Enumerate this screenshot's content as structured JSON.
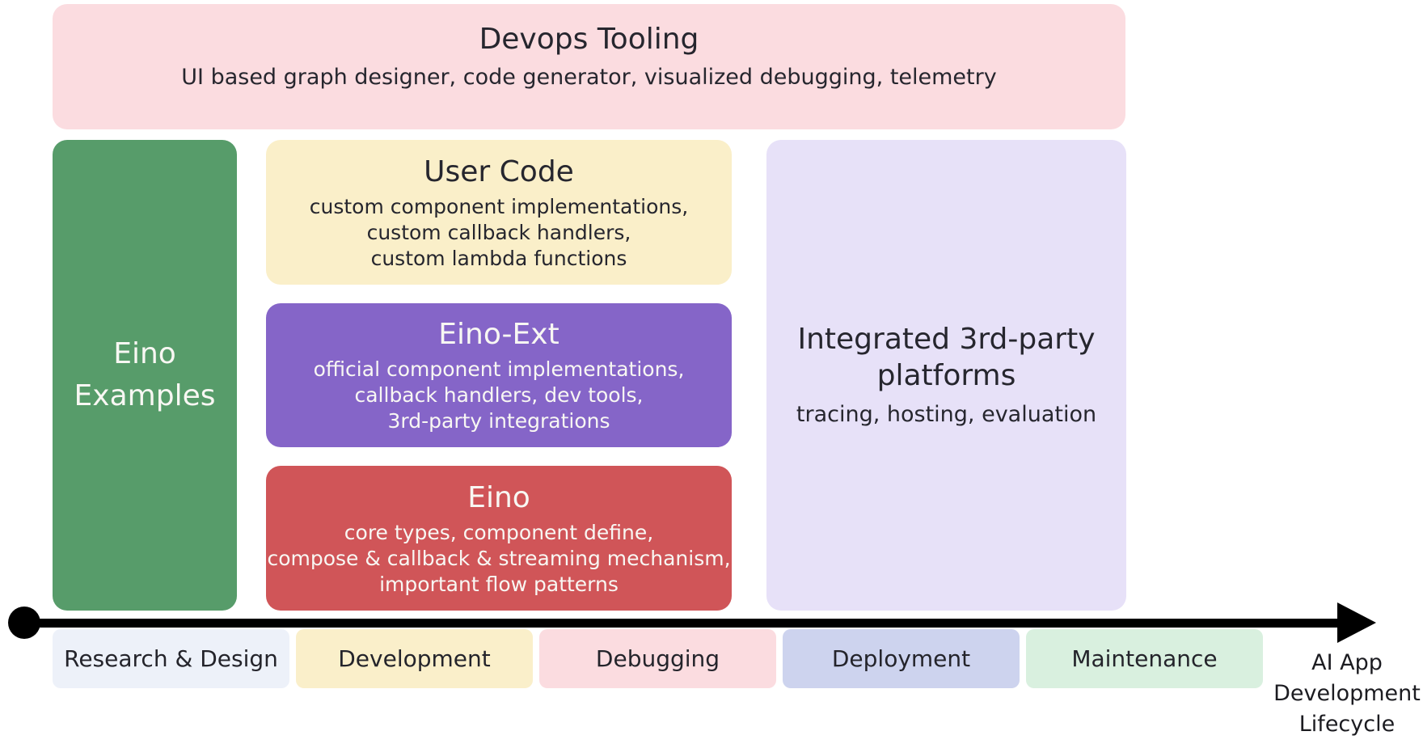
{
  "colors": {
    "background": "#ffffff",
    "devops_bg": "#fbdce0",
    "examples_bg": "#579c6a",
    "user_code_bg": "#faefc9",
    "eino_ext_bg": "#8565c8",
    "eino_core_bg": "#d05558",
    "platforms_bg": "#e7e1f8",
    "stage_research_bg": "#edf1f9",
    "stage_development_bg": "#faefca",
    "stage_debugging_bg": "#fbdce0",
    "stage_deployment_bg": "#cdd3ee",
    "stage_maintenance_bg": "#d9f0df",
    "arrow": "#000000"
  },
  "devops": {
    "title": "Devops Tooling",
    "subtitle": "UI based graph designer, code generator, visualized debugging, telemetry"
  },
  "examples": {
    "title": "Eino Examples"
  },
  "stack": {
    "user_code": {
      "title": "User Code",
      "lines": [
        "custom component implementations,",
        "custom callback handlers,",
        "custom lambda functions"
      ]
    },
    "eino_ext": {
      "title": "Eino-Ext",
      "lines": [
        "official component implementations,",
        "callback handlers, dev tools,",
        "3rd-party integrations"
      ]
    },
    "eino_core": {
      "title": "Eino",
      "lines": [
        "core types, component define,",
        "compose & callback & streaming mechanism,",
        "important flow patterns"
      ]
    }
  },
  "platforms": {
    "title": "Integrated 3rd-party platforms",
    "subtitle": "tracing, hosting, evaluation"
  },
  "timeline": {
    "stages": [
      {
        "label": "Research & Design"
      },
      {
        "label": "Development"
      },
      {
        "label": "Debugging"
      },
      {
        "label": "Deployment"
      },
      {
        "label": "Maintenance"
      }
    ],
    "lifecycle": [
      "AI App",
      "Development",
      "Lifecycle"
    ]
  }
}
